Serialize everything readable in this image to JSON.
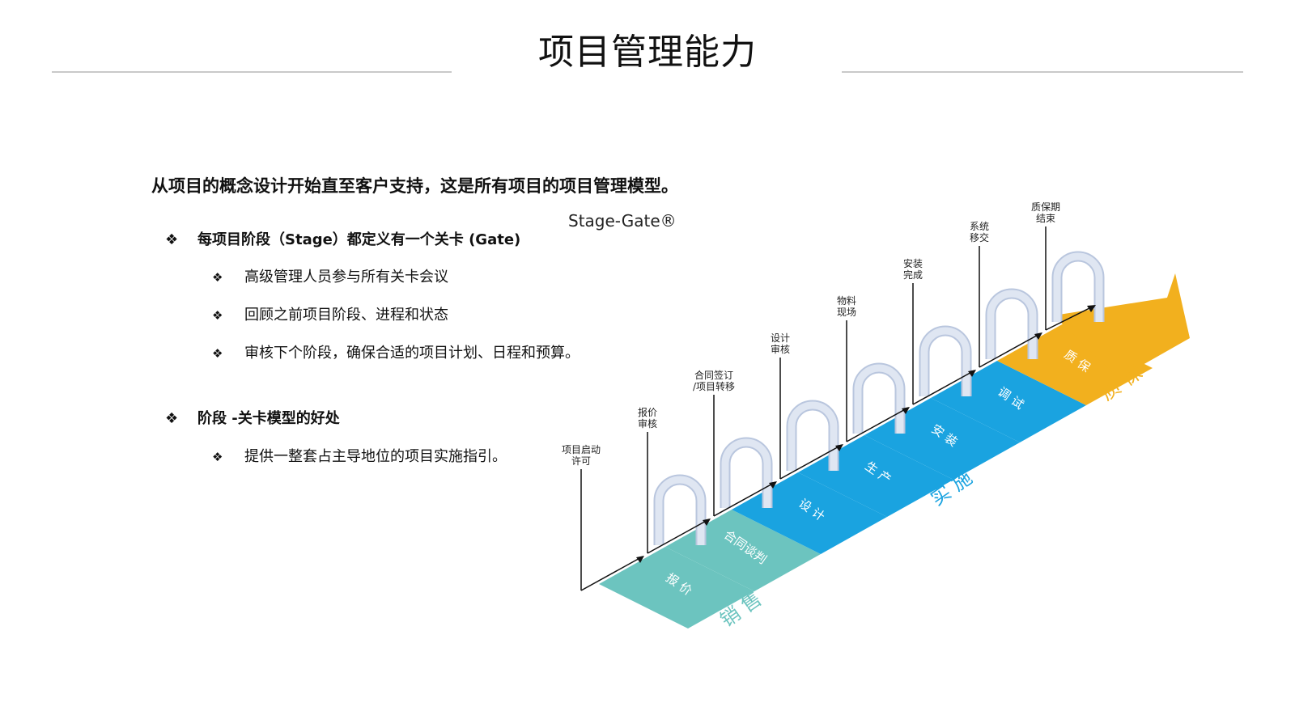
{
  "page": {
    "title": "项目管理能力",
    "lead": "从项目的概念设计开始直至客户支持，这是所有项目的项目管理模型。",
    "bullet_symbol": "❖",
    "sections": [
      {
        "heading": "每项目阶段（Stage）都定义有一个关卡 (Gate)",
        "items": [
          "高级管理人员参与所有关卡会议",
          "回顾之前项目阶段、进程和状态",
          "审核下个阶段，确保合适的项目计划、日程和预算。"
        ]
      },
      {
        "heading": "阶段 -关卡模型的好处",
        "items": [
          "提供一整套占主导地位的项目实施指引。"
        ]
      }
    ]
  },
  "diagram": {
    "brand": "Stage-Gate®",
    "gates": [
      {
        "line1": "项目启动",
        "line2": "许可"
      },
      {
        "line1": "报价",
        "line2": "审核"
      },
      {
        "line1": "合同签订",
        "line2": "/项目转移"
      },
      {
        "line1": "设计",
        "line2": "审核"
      },
      {
        "line1": "物料",
        "line2": "现场"
      },
      {
        "line1": "安装",
        "line2": "完成"
      },
      {
        "line1": "系统",
        "line2": "移交"
      },
      {
        "line1": "质保期",
        "line2": "结束"
      }
    ],
    "stages": [
      {
        "label": "报 价",
        "phase": "sales"
      },
      {
        "label": "合同谈判",
        "phase": "sales"
      },
      {
        "label": "设 计",
        "phase": "impl"
      },
      {
        "label": "生 产",
        "phase": "impl"
      },
      {
        "label": "安 装",
        "phase": "impl"
      },
      {
        "label": "调 试",
        "phase": "impl"
      },
      {
        "label": "质 保",
        "phase": "warranty"
      }
    ],
    "phases": [
      {
        "key": "sales",
        "label": "销 售",
        "color": "#6cc4bf"
      },
      {
        "key": "impl",
        "label": "实 施",
        "color": "#1aa3e0"
      },
      {
        "key": "warranty",
        "label": "质 保",
        "color": "#f2b01e"
      }
    ],
    "colors": {
      "arch": "#dfe6f2",
      "arch_shadow": "#b9c6de",
      "line": "#111111"
    }
  }
}
